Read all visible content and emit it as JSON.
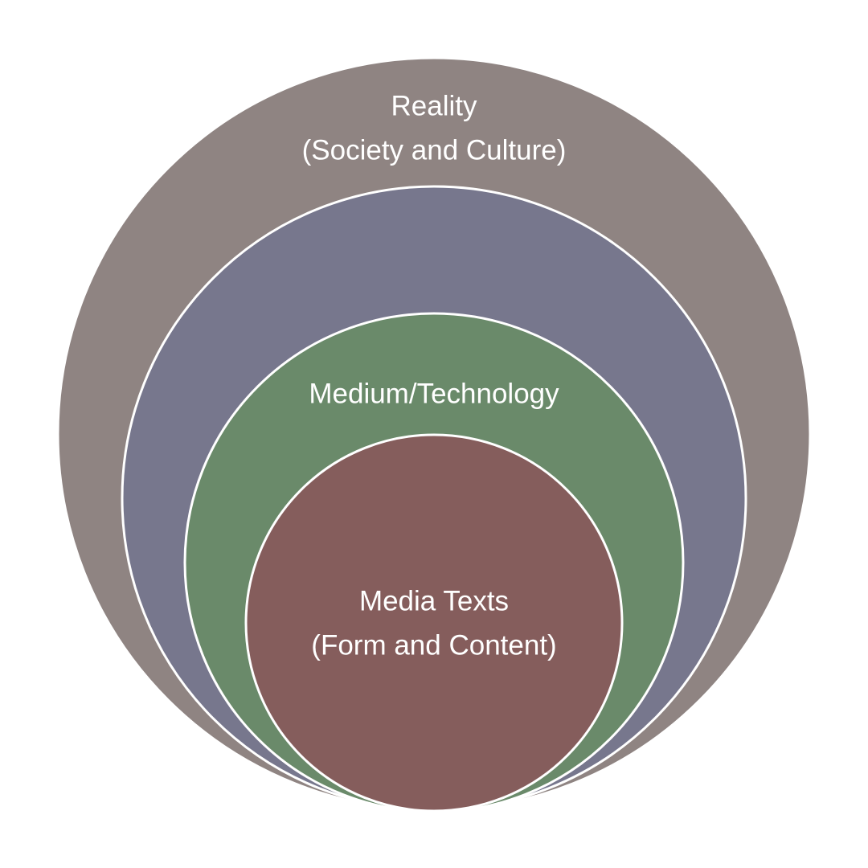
{
  "diagram": {
    "layers": [
      {
        "key": "reality",
        "lines": [
          "Reality",
          "(Society and Culture)"
        ],
        "color": "#8f8482"
      },
      {
        "key": "medium",
        "lines": [
          ""
        ],
        "color": "#77778d"
      },
      {
        "key": "technology",
        "lines": [
          "Medium/Technology"
        ],
        "color": "#6a8a6a"
      },
      {
        "key": "media-texts",
        "lines": [
          "Media Texts",
          "(Form and Content)"
        ],
        "color": "#855d5c"
      }
    ],
    "outline_color": "#ffffff"
  }
}
